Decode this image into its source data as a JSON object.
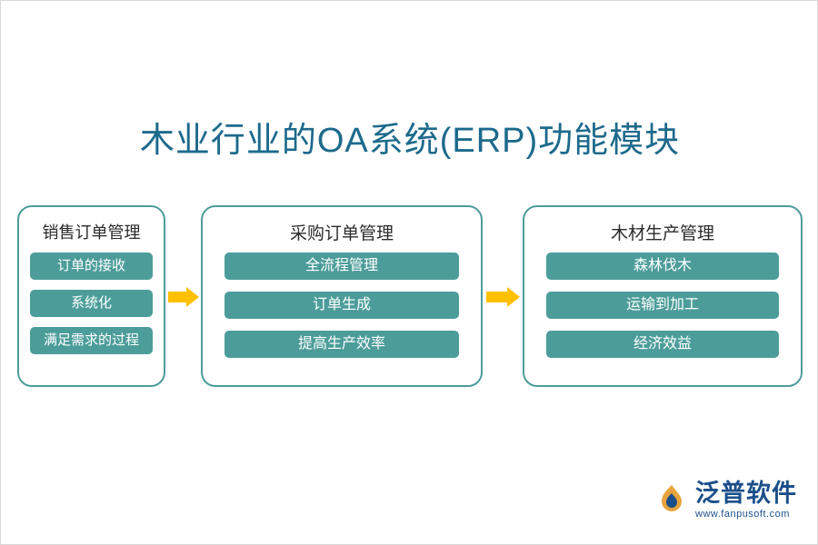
{
  "title": "木业行业的OA系统(ERP)功能模块",
  "colors": {
    "title": "#1d6a8c",
    "card_border": "#4c9d9a",
    "chip_bg": "#4c9d9a",
    "chip_text": "#ffffff",
    "arrow": "#ffc000",
    "logo": "#1b4f8a",
    "background": "#ffffff"
  },
  "flow": {
    "cards": [
      {
        "title": "销售订单管理",
        "items": [
          "订单的接收",
          "系统化",
          "满足需求的过程"
        ]
      },
      {
        "title": "采购订单管理",
        "items": [
          "全流程管理",
          "订单生成",
          "提高生产效率"
        ]
      },
      {
        "title": "木材生产管理",
        "items": [
          "森林伐木",
          "运输到加工",
          "经济效益"
        ]
      }
    ],
    "arrows": [
      "arrow-right-icon",
      "arrow-right-icon"
    ]
  },
  "logo": {
    "mark": "fanpu-flame-icon",
    "name": "泛普软件",
    "url": "www.fanpusoft.com"
  }
}
